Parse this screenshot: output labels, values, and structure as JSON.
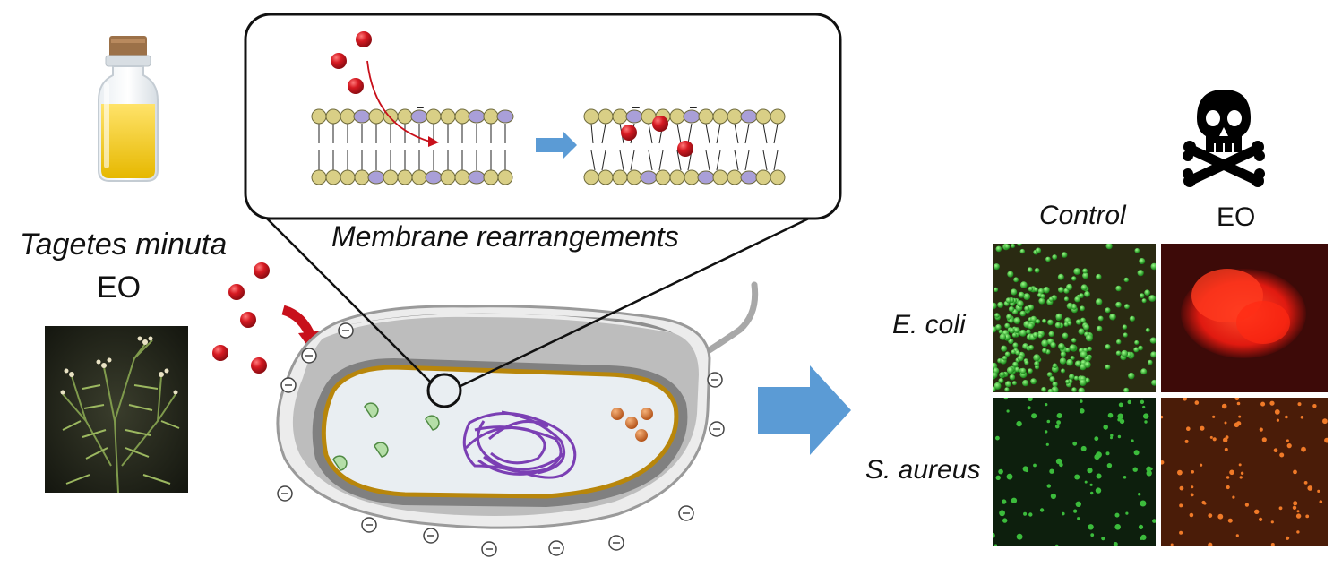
{
  "labels": {
    "plant_name": "Tagetes minuta",
    "plant_eo": "EO",
    "membrane_caption": "Membrane rearrangements",
    "col_control": "Control",
    "col_eo": "EO",
    "row_ecoli": "E. coli",
    "row_saureus": "S. aureus"
  },
  "icons": [
    "essential-oil-vial-icon",
    "tagetes-plant-photo",
    "skull-crossbones-icon",
    "bacterial-cell",
    "lipid-bilayer",
    "arrow-icon"
  ],
  "colors": {
    "oil_droplet": "#c8101b",
    "arrow_blue": "#5b9bd5",
    "dna_purple": "#7b3fb4",
    "membrane_gold": "#b8860b",
    "microscopy_green": "#37c437",
    "microscopy_red": "#ff2a1a"
  }
}
